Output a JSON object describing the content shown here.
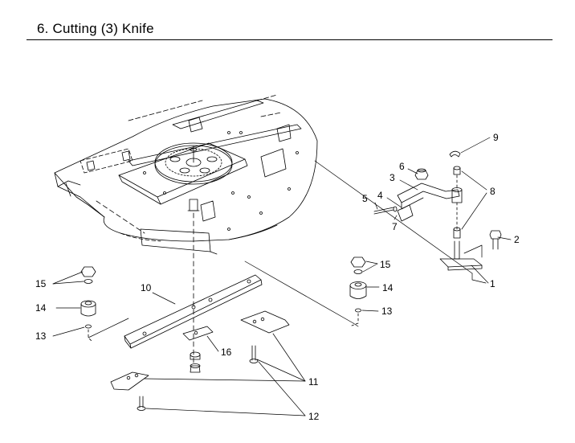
{
  "page": {
    "title": "6. Cutting (3) Knife"
  },
  "callouts": [
    {
      "id": "c1",
      "label": "1"
    },
    {
      "id": "c2",
      "label": "2"
    },
    {
      "id": "c3",
      "label": "3"
    },
    {
      "id": "c4",
      "label": "4"
    },
    {
      "id": "c5",
      "label": "5"
    },
    {
      "id": "c6",
      "label": "6"
    },
    {
      "id": "c7",
      "label": "7"
    },
    {
      "id": "c8",
      "label": "8"
    },
    {
      "id": "c9",
      "label": "9"
    },
    {
      "id": "c10",
      "label": "10"
    },
    {
      "id": "c11",
      "label": "11"
    },
    {
      "id": "c12",
      "label": "12"
    },
    {
      "id": "c13a",
      "label": "13"
    },
    {
      "id": "c13b",
      "label": "13"
    },
    {
      "id": "c14a",
      "label": "14"
    },
    {
      "id": "c14b",
      "label": "14"
    },
    {
      "id": "c15a",
      "label": "15"
    },
    {
      "id": "c15b",
      "label": "15"
    },
    {
      "id": "c16",
      "label": "16"
    }
  ]
}
